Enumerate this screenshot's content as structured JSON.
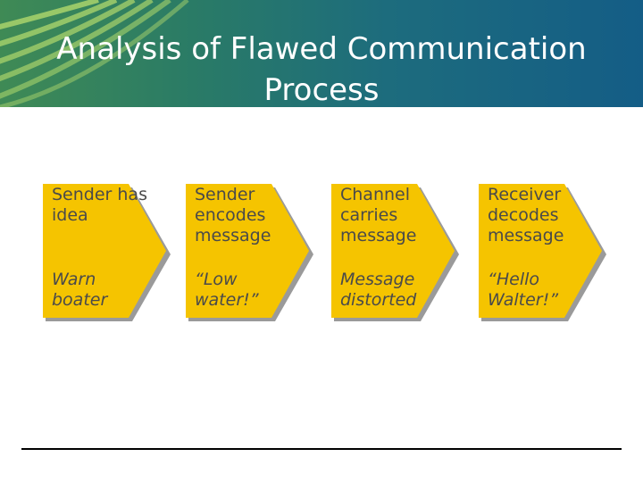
{
  "slide": {
    "title": "Analysis of Flawed Communication Process"
  },
  "steps": [
    {
      "label": "Sender has idea",
      "example": "Warn boater"
    },
    {
      "label": "Sender encodes message",
      "example": "“Low water!”"
    },
    {
      "label": "Channel carries message",
      "example": "Message distorted"
    },
    {
      "label": "Receiver decodes message",
      "example": "“Hello Walter!”"
    }
  ],
  "colors": {
    "chevron_fill": "#f5c400",
    "chevron_shadow": "#9a9a9a",
    "banner_left": "#3f8a55",
    "banner_right": "#145d86"
  }
}
